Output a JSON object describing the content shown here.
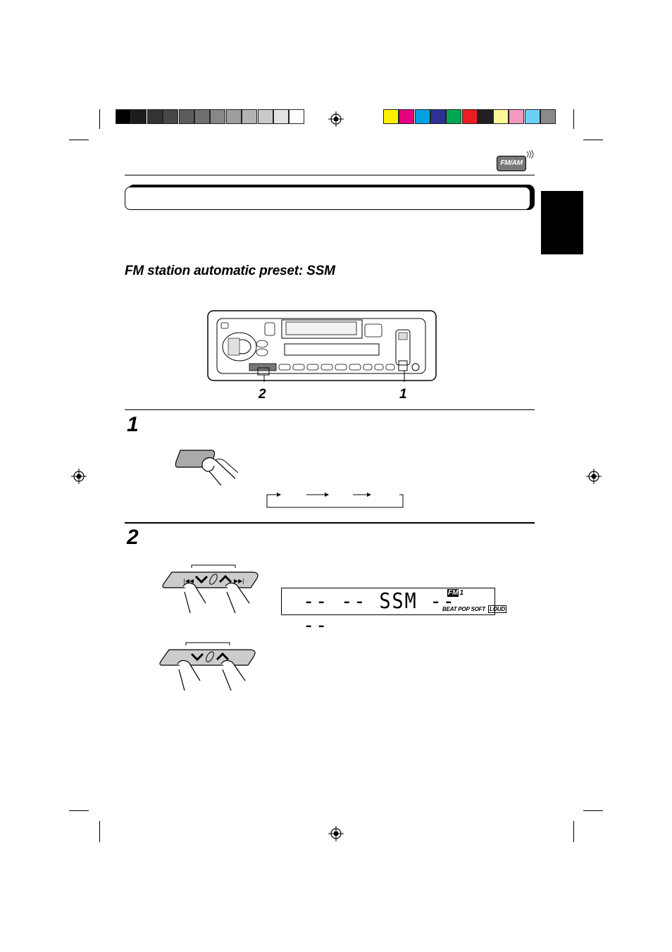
{
  "header": {
    "band_badge": "FM/AM"
  },
  "heading": "FM station automatic preset: SSM",
  "callouts": {
    "label_2": "2",
    "label_1": "1"
  },
  "steps": [
    {
      "number": "1"
    },
    {
      "number": "2"
    }
  ],
  "display": {
    "main_text": "-- -- SSM -- --",
    "band": "FM",
    "band_number": "1",
    "modes": [
      "BEAT",
      "POP",
      "SOFT"
    ],
    "loud": "LOUD"
  },
  "color_bar": {
    "grays": [
      "#000000",
      "#1c1c1c",
      "#333333",
      "#474747",
      "#5c5c5c",
      "#707070",
      "#878787",
      "#9e9e9e",
      "#b3b3b3",
      "#c9c9c9",
      "#e3e3e3",
      "#ffffff"
    ],
    "colors": [
      "#fff200",
      "#e6007e",
      "#00a0e3",
      "#2e3192",
      "#00a651",
      "#ed1c24",
      "#231f20",
      "#fff799",
      "#f49ac1",
      "#6dcff6",
      "#8a8a8a"
    ]
  }
}
